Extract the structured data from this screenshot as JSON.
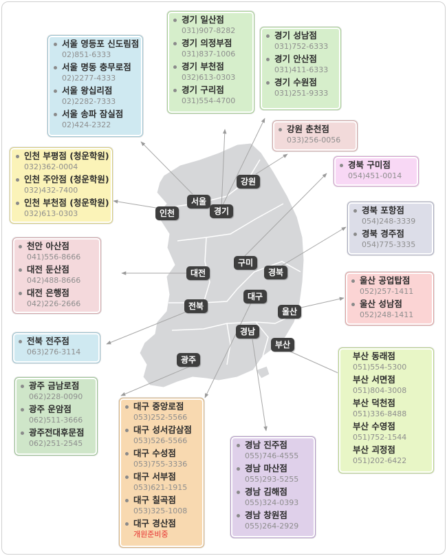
{
  "title": "",
  "map": {
    "colors": {
      "land": "#d6d7d9",
      "land_border": "#ffffff",
      "line": "#a6a6a6",
      "label_bg": "#3e3e3e"
    },
    "labels": {
      "seoul": "서울",
      "gyeonggi": "경기",
      "gangwon": "강원",
      "incheon": "인천",
      "daejeon": "대전",
      "gumi": "구미",
      "gyeongbuk": "경북",
      "daegu": "대구",
      "jeonbuk": "전북",
      "ulsan": "울산",
      "gyeongnam": "경남",
      "busan": "부산",
      "gwangju": "광주"
    }
  },
  "regions": {
    "seoul": {
      "color": "#cfe9f1",
      "border": "#9cc4d2",
      "branches": [
        {
          "name": "서울 영등포 신도림점",
          "phone": "02)851-6333"
        },
        {
          "name": "서울 명동 충무로점",
          "phone": "02)2277-4333"
        },
        {
          "name": "서울 왕십리점",
          "phone": "02)2282-7333"
        },
        {
          "name": "서울 송파 잠실점",
          "phone": "02)424-2322"
        }
      ]
    },
    "gyeonggi1": {
      "color": "#d6eecb",
      "border": "#a6cf93",
      "branches": [
        {
          "name": "경기 일산점",
          "phone": "031)907-8282"
        },
        {
          "name": "경기 의정부점",
          "phone": "031)837-1006"
        },
        {
          "name": "경기 부천점",
          "phone": "032)613-0303"
        },
        {
          "name": "경기 구리점",
          "phone": "031)554-4700"
        }
      ]
    },
    "gyeonggi2": {
      "color": "#d6eecb",
      "border": "#a6cf93",
      "branches": [
        {
          "name": "경기 성남점",
          "phone": "031)752-6333"
        },
        {
          "name": "경기 안산점",
          "phone": "031)411-6333"
        },
        {
          "name": "경기 수원점",
          "phone": "031)251-9333"
        }
      ]
    },
    "gangwon": {
      "color": "#f2dada",
      "border": "#d3a9a9",
      "branches": [
        {
          "name": "강원 춘천점",
          "phone": "033)256-0056"
        }
      ]
    },
    "gumi": {
      "color": "#f8d8f5",
      "border": "#d6a2d1",
      "branches": [
        {
          "name": "경북 구미점",
          "phone": "054)451-0014"
        }
      ]
    },
    "incheon": {
      "color": "#fbf3b8",
      "border": "#d9cf7f",
      "branches": [
        {
          "name": "인천 부평점 (청운학원)",
          "phone": "032)362-0004"
        },
        {
          "name": "인천 주안점 (청운학원)",
          "phone": "032)432-7400"
        },
        {
          "name": "인천 부천점 (청운학원)",
          "phone": "032)613-0303"
        }
      ]
    },
    "gyeongbuk": {
      "color": "#dcdde8",
      "border": "#a9abc0",
      "branches": [
        {
          "name": "경북 포항점",
          "phone": "054)248-3339"
        },
        {
          "name": "경북 경주점",
          "phone": "054)775-3335"
        }
      ]
    },
    "daejeon": {
      "color": "#f4d9dc",
      "border": "#d3a7ac",
      "branches": [
        {
          "name": "천안 아산점",
          "phone": "041)556-8666"
        },
        {
          "name": "대전 둔산점",
          "phone": "042)488-8666"
        },
        {
          "name": "대전 은행점",
          "phone": "042)226-2666"
        }
      ]
    },
    "ulsan": {
      "color": "#fbd4d4",
      "border": "#dd9e9e",
      "branches": [
        {
          "name": "울산 공업탑점",
          "phone": "052)257-1411"
        },
        {
          "name": "울산 성남점",
          "phone": "052)248-1411"
        }
      ]
    },
    "jeonbuk": {
      "color": "#cfe9f1",
      "border": "#9cc4d2",
      "branches": [
        {
          "name": "전북 전주점",
          "phone": "063)276-3114"
        }
      ]
    },
    "busan": {
      "color": "#e8f6c6",
      "border": "#b9d48a",
      "branches": [
        {
          "name": "부산 동래점",
          "phone": "051)554-5300"
        },
        {
          "name": "부산 서면점",
          "phone": "051)804-3008"
        },
        {
          "name": "부산 덕천점",
          "phone": "051)336-8488"
        },
        {
          "name": "부산 수영점",
          "phone": "051)752-1544"
        },
        {
          "name": "부산 괴정점",
          "phone": "051)202-6422"
        }
      ]
    },
    "gwangju": {
      "color": "#cfe6c9",
      "border": "#9cc494",
      "branches": [
        {
          "name": "광주 금남로점",
          "phone": "062)228-0090"
        },
        {
          "name": "광주 운암점",
          "phone": "062)511-3666"
        },
        {
          "name": "광주전대후문점",
          "phone": "062)251-2545"
        }
      ]
    },
    "daegu": {
      "color": "#f8d9b0",
      "border": "#d8b07a",
      "branches": [
        {
          "name": "대구 중앙로점",
          "phone": "053)252-5566"
        },
        {
          "name": "대구 성서감삼점",
          "phone": "053)526-5566"
        },
        {
          "name": "대구 수성점",
          "phone": "053)755-3336"
        },
        {
          "name": "대구 서부점",
          "phone": "053)621-1915"
        },
        {
          "name": "대구 칠곡점",
          "phone": "053)325-1008"
        },
        {
          "name": "대구 경산점",
          "phone": "개원준비중",
          "phone_highlight": true
        }
      ]
    },
    "gyeongnam": {
      "color": "#dfd0ea",
      "border": "#b59bc9",
      "branches": [
        {
          "name": "경남 진주점",
          "phone": "055)746-4555"
        },
        {
          "name": "경남 마산점",
          "phone": "055)293-5255"
        },
        {
          "name": "경남 김해점",
          "phone": "055)324-0393"
        },
        {
          "name": "경남 창원점",
          "phone": "055)264-2929"
        }
      ]
    }
  }
}
